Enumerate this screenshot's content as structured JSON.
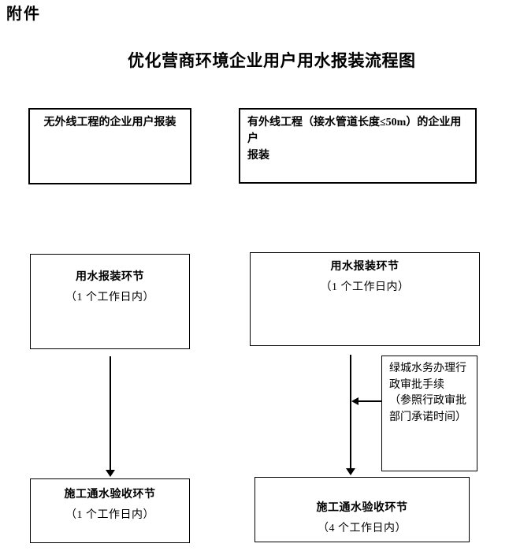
{
  "page": {
    "attachment_label": "附件",
    "title": "优化营商环境企业用户用水报装流程图"
  },
  "flowchart": {
    "colors": {
      "line": "#000000",
      "background": "#ffffff",
      "text": "#000000"
    },
    "left_column": {
      "start_box": {
        "text": "无外线工程的企业用户报装"
      },
      "middle_box": {
        "title": "用水报装环节",
        "duration": "（1 个工作日内）"
      },
      "bottom_box": {
        "title": "施工通水验收环节",
        "duration": "（1 个工作日内）"
      }
    },
    "right_column": {
      "start_box": {
        "text": "有外线工程（接水管道长度≤50m）的企业用户\n报装"
      },
      "middle_box": {
        "title": "用水报装环节",
        "duration": "（1 个工作日内）"
      },
      "side_box": {
        "text": "绿城水务办理行\n政审批手续\n（参照行政审批\n部门承诺时间）"
      },
      "bottom_box": {
        "title": "施工通水验收环节",
        "duration": "（4 个工作日内）"
      }
    }
  }
}
